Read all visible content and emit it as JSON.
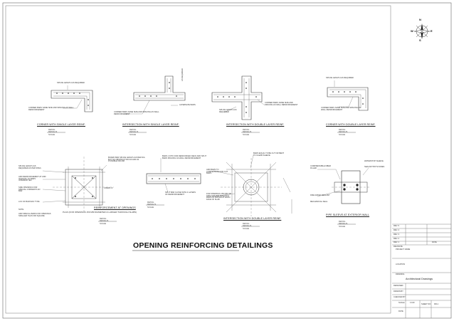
{
  "sheet_title": "OPENING REINFORCING DETAILINGS",
  "compass": {
    "n": "N",
    "s": "S",
    "e": "E",
    "w": "W"
  },
  "captions": {
    "corner_single": "CORNER WITH SINGLE LAYER REINF.",
    "intersection_single": "INTERSECTION WITH SINGLE LAYER REINF.",
    "intersection_double": "INTERSECTION WITH DOUBLE LAYER REINF.",
    "corner_double": "CORNER WITH DOUBLE LAYER REINF.",
    "reinforcement_openings": "REINFORCEMENT AT OPENINGS",
    "intersection_double_2": "INTERSECTION WITH DOUBLE LAYER REINF.",
    "pipe_sleeve": "PIPE SLEEVE AT EXTERIOR WALL",
    "plan_note": "PLAN  (FOR OPENINGS 150 MM DIAMETER & LARGER THROUGH SLABS)"
  },
  "detail_tag": {
    "line1": "DETAIL",
    "line2": "DETAIL/S",
    "line3": "SCALE"
  },
  "notes": {
    "n1": "SPLICE LENGTH AS REQUIRED",
    "n2": "CORNER BARS SAME SIZE AND SPACING AS WALL REINFORCEMENT",
    "n3": "CORNER BARS SAME SIZE AND SPACING AS WALL REINFORCEMENT",
    "n4": "ALTERNATE BARS",
    "n5": "AS REQUIRED",
    "n6": "SPLICE LENGTH AS REQUIRED",
    "n7": "CORNER BARS SAME SIZE AND SPACING AS WALL REINFORCEMENT",
    "n8": "SPLICE LENGTH AS REQUIRED",
    "n9": "CORNER BARS SAME SIZE AND SPACING AS WALL REINFORCEMENT",
    "n10": "SPLICE LENGTH AS REQUIRED AS PER SPEC.",
    "n11": "ADD REINFORCEMENT AT AND IN EQUAL TO BARS INTERRUPTED",
    "n12": "SIZE OPENINGS FOR SPECIAL CORNER PLAN BAR",
    "n13": "LOC OF BAR MAX TYPE",
    "n14": "BOARD BAR SPLICE LENGTH AS BAR DIA BUT NO OBSTRUCTION AS FAR AS POSSIBLE 500 MM",
    "n15": "4 BARS 'A'",
    "n16": "ADD SPECIAL BARS FOR OPENINGS SMALLER THAN 300 SQUARE",
    "n17": "BARS 1 INTO FOR REINFORCED DECK ADD SPLIT BARS SPACING AS WALL REINFORCEMENT",
    "n18": "SPLIT BAR CLOSE WITH 2 LAYERS OF REINFORCEMENT",
    "n19": "BARS EQUAL TO BE CUT OR BENT TO CLEAR SLEEVE",
    "n20": "ADD BARS TO COMPENSATE FOR CUT BARS",
    "n21": "FOR OPENINGS 150 MM OR SMALLER ADD DIAGONAL BARS AS SHOWN AT EACH FACE OF SLAB",
    "n22": "WATERSTOP SLEEVE",
    "n23": "COMPRESSIBLE FIBER FILLER",
    "n24": "SEALANT BOTH SIDES",
    "n25": "FIRE RATED SEALANT",
    "n26": "MECHANICAL SEAL",
    "n27": "NOTE"
  },
  "title_block": {
    "rev_rows": [
      "REV. 5",
      "REV. 4",
      "REV. 3",
      "REV. 2",
      "REV. 1",
      "REV/DATE"
    ],
    "date_label": "DATE",
    "project_name_label": "PROJECT NAME",
    "location_label": "LOCATION",
    "drawing_label": "DRAWING",
    "drawing_title": "Architectural Drawings",
    "designed_label": "DESIGNED",
    "drawn_label": "DRAWN BY",
    "checked_label": "CHECKED BY",
    "scale_label": "SCALE",
    "scale_value": "1:100",
    "sheet_no_label": "SHEET NO.",
    "sheet_no_value": "DR-1",
    "date_bottom_label": "DATE"
  }
}
